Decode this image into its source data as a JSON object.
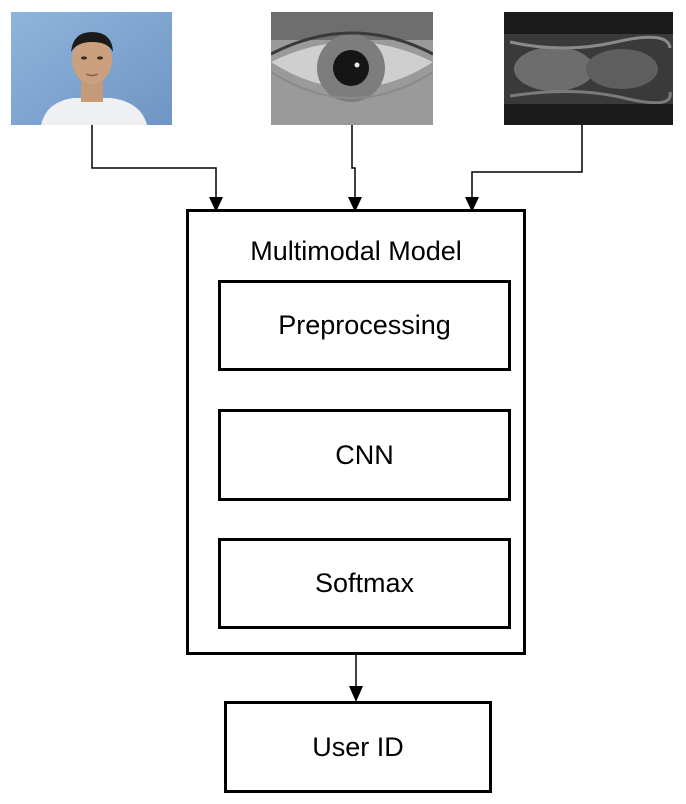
{
  "inputs": [
    {
      "name": "face",
      "icon": "face-photo"
    },
    {
      "name": "iris",
      "icon": "eye-iris-photo"
    },
    {
      "name": "vein",
      "icon": "finger-vein-image"
    }
  ],
  "model": {
    "title": "Multimodal Model",
    "stages": [
      "Preprocessing",
      "CNN",
      "Softmax"
    ]
  },
  "output": {
    "label": "User ID"
  }
}
